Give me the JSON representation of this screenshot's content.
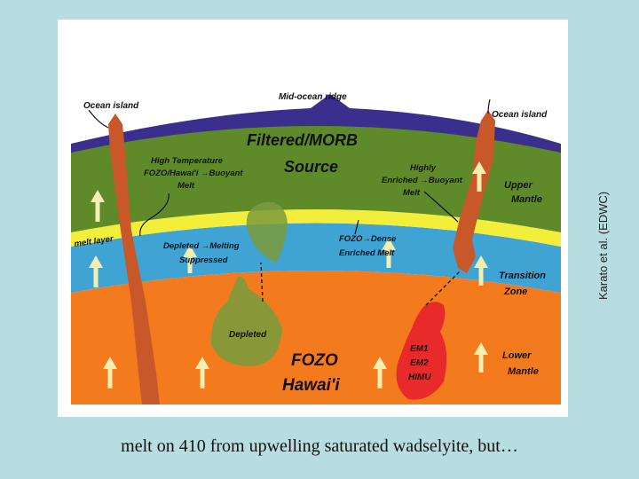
{
  "caption": "melt on 410 from upwelling saturated wadselyite, but…",
  "side_label": "Karato et al. (EDWC)",
  "diagram": {
    "labels": {
      "ocean_island_left": "Ocean island",
      "mid_ocean_ridge": "Mid-ocean ridge",
      "ocean_island_right": "Ocean island",
      "filtered_line1": "Filtered/MORB",
      "filtered_line2": "Source",
      "high_temp_line1": "High Temperature",
      "high_temp_line2": "FOZO/Hawai'i →Buoyant",
      "high_temp_line3": "Melt",
      "highly_line1": "Highly",
      "highly_line2": "Enriched →Buoyant",
      "highly_line3": "Melt",
      "upper_mantle_line1": "Upper",
      "upper_mantle_line2": "Mantle",
      "melt_layer": "melt layer",
      "depleted_melting_line1": "Depleted →Melting",
      "depleted_melting_line2": "Suppressed",
      "fozo_dense_line1": "FOZO→Dense",
      "fozo_dense_line2": "Enriched Melt",
      "transition_line1": "Transition",
      "transition_line2": "Zone",
      "depleted": "Depleted",
      "fozo_line1": "FOZO",
      "fozo_line2": "Hawai'i",
      "em1": "EM1",
      "em2": "EM2",
      "himu": "HIMU",
      "lower_mantle_line1": "Lower",
      "lower_mantle_line2": "Mantle"
    },
    "colors": {
      "upper_mantle": "#5e8a2a",
      "crust": "#3a2f8c",
      "melt_layer": "#f2ee3a",
      "transition_zone": "#3fa3d4",
      "lower_mantle": "#f47a1e",
      "plume": "#c8572a",
      "depleted_blob": "#7c9b3c",
      "enriched_blob": "#e82a2a",
      "arrow": "#f3efb0"
    }
  }
}
